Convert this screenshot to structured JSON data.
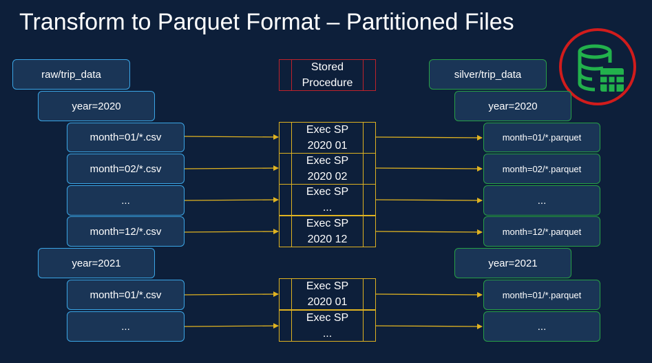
{
  "title": "Transform to Parquet Format – Partitioned Files",
  "icon": "database-table-icon",
  "colors": {
    "background": "#0d1f3a",
    "source_border": "#3ba6e6",
    "dest_border": "#27a046",
    "sp_border": "#e0b321",
    "stored_proc_border": "#c0222b",
    "icon_ring": "#d11c1c",
    "icon_green": "#22b14c"
  },
  "source": {
    "root": "raw/trip_data",
    "year_2020": "year=2020",
    "y2020_month_01": "month=01/*.csv",
    "y2020_month_02": "month=02/*.csv",
    "y2020_ellipsis": "...",
    "y2020_month_12": "month=12/*.csv",
    "year_2021": "year=2021",
    "y2021_month_01": "month=01/*.csv",
    "y2021_ellipsis": "..."
  },
  "stored_procedure": {
    "line1": "Stored",
    "line2": "Procedure"
  },
  "exec": [
    {
      "line1": "Exec SP",
      "line2": "2020 01"
    },
    {
      "line1": "Exec SP",
      "line2": "2020 02"
    },
    {
      "line1": "Exec SP",
      "line2": "..."
    },
    {
      "line1": "Exec SP",
      "line2": "2020 12"
    },
    {
      "line1": "Exec SP",
      "line2": "2020 01"
    },
    {
      "line1": "Exec SP",
      "line2": "..."
    }
  ],
  "dest": {
    "root": "silver/trip_data",
    "year_2020": "year=2020",
    "y2020_month_01": "month=01/*.parquet",
    "y2020_month_02": "month=02/*.parquet",
    "y2020_ellipsis": "...",
    "y2020_month_12": "month=12/*.parquet",
    "year_2021": "year=2021",
    "y2021_month_01": "month=01/*.parquet",
    "y2021_ellipsis": "..."
  }
}
